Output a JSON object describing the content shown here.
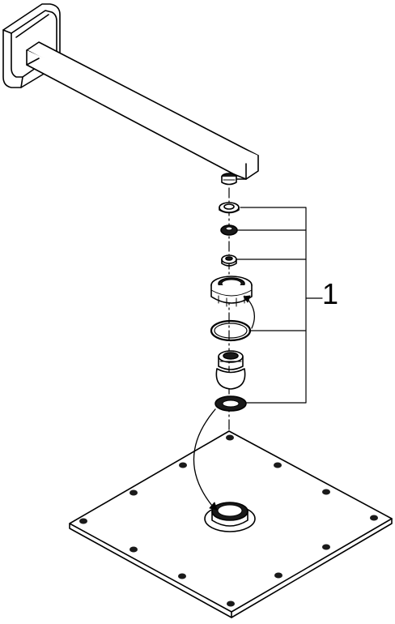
{
  "diagram": {
    "callout_number": "1",
    "colors": {
      "line": "#000000",
      "fill": "#ffffff",
      "shade": "#1a1a1a"
    },
    "parts": [
      "wall-flange",
      "shower-arm",
      "washer-1",
      "washer-2",
      "washer-3",
      "nut",
      "o-ring",
      "ball-joint",
      "flat-seal",
      "shower-head-plate"
    ]
  }
}
